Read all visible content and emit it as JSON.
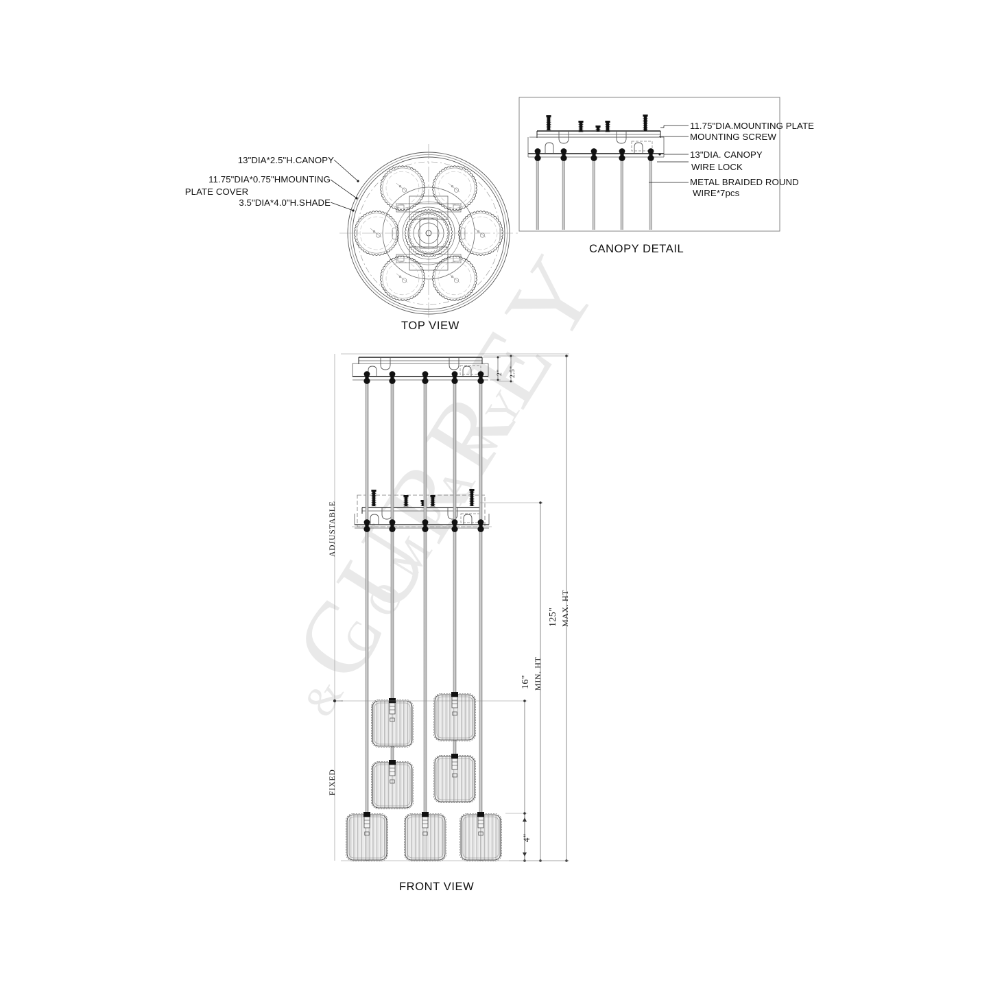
{
  "drawing": {
    "background": "#ffffff",
    "line_color": "#1a1a1a",
    "thin_line_color": "#555555",
    "wire_color": "#9a9a9a",
    "watermark_color": "#e9e9e9"
  },
  "watermark": {
    "line1": "CURREY",
    "line2": "& COMPANY"
  },
  "top_view": {
    "title": "TOP VIEW",
    "callouts": [
      {
        "text": "13\"DIA*2.5\"H.CANOPY"
      },
      {
        "text": "11.75\"DIA*0.75\"HMOUNTING"
      },
      {
        "text": "PLATE COVER"
      },
      {
        "text": "3.5\"DIA*4.0\"H.SHADE"
      }
    ],
    "shade_count": 7
  },
  "canopy_detail": {
    "title": "CANOPY DETAIL",
    "callouts": [
      {
        "text": "11.75\"DIA.MOUNTING PLATE"
      },
      {
        "text": "MOUNTING SCREW"
      },
      {
        "text": "13\"DIA. CANOPY"
      },
      {
        "text": "WIRE LOCK"
      },
      {
        "text": "METAL BRAIDED ROUND"
      },
      {
        "text": "WIRE*7pcs"
      }
    ],
    "wire_count": 5
  },
  "front_view": {
    "title": "FRONT VIEW",
    "dimensions": {
      "canopy_height": "2.5\"",
      "canopy_height_inner": "2\"",
      "max_height_value": "125\"",
      "max_height_label": "MAX. HT",
      "min_height_value": "16\"",
      "min_height_label": "MIN. HT",
      "shade_height": "4\""
    },
    "side_labels": {
      "adjustable": "ADJUSTABLE",
      "fixed": "FIXED"
    },
    "wire_count": 5,
    "shade_rows": [
      {
        "count": 2
      },
      {
        "count": 2
      },
      {
        "count": 3
      }
    ]
  }
}
